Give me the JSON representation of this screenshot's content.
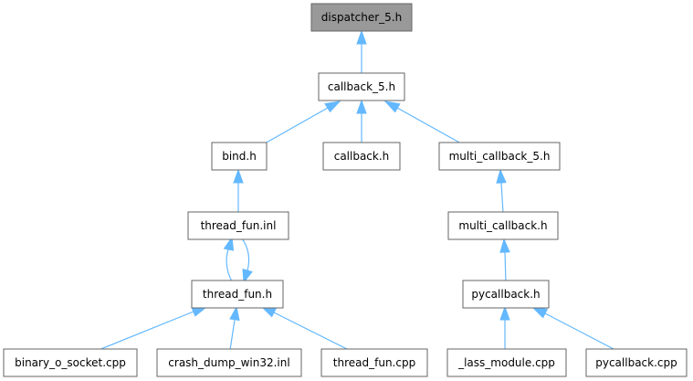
{
  "graph": {
    "nodes": {
      "dispatcher_5_h": "dispatcher_5.h",
      "callback_5_h": "callback_5.h",
      "bind_h": "bind.h",
      "callback_h": "callback.h",
      "multi_callback_5_h": "multi_callback_5.h",
      "thread_fun_inl": "thread_fun.inl",
      "multi_callback_h": "multi_callback.h",
      "thread_fun_h": "thread_fun.h",
      "pycallback_h": "pycallback.h",
      "binary_o_socket_cpp": "binary_o_socket.cpp",
      "crash_dump_win32_inl": "crash_dump_win32.inl",
      "thread_fun_cpp": "thread_fun.cpp",
      "lass_module_cpp": "_lass_module.cpp",
      "pycallback_cpp": "pycallback.cpp"
    },
    "edges": [
      {
        "from": "callback_5_h",
        "to": "dispatcher_5_h"
      },
      {
        "from": "bind_h",
        "to": "callback_5_h"
      },
      {
        "from": "callback_h",
        "to": "callback_5_h"
      },
      {
        "from": "multi_callback_5_h",
        "to": "callback_5_h"
      },
      {
        "from": "thread_fun_inl",
        "to": "bind_h"
      },
      {
        "from": "thread_fun_h",
        "to": "thread_fun_inl"
      },
      {
        "from": "thread_fun_inl",
        "to": "thread_fun_h"
      },
      {
        "from": "binary_o_socket_cpp",
        "to": "thread_fun_h"
      },
      {
        "from": "crash_dump_win32_inl",
        "to": "thread_fun_h"
      },
      {
        "from": "thread_fun_cpp",
        "to": "thread_fun_h"
      },
      {
        "from": "multi_callback_h",
        "to": "multi_callback_5_h"
      },
      {
        "from": "pycallback_h",
        "to": "multi_callback_h"
      },
      {
        "from": "lass_module_cpp",
        "to": "pycallback_h"
      },
      {
        "from": "pycallback_cpp",
        "to": "pycallback_h"
      }
    ],
    "colors": {
      "edge": "#63b8ff",
      "node_border": "#666666",
      "root_fill": "#999999",
      "node_fill": "#ffffff"
    }
  }
}
